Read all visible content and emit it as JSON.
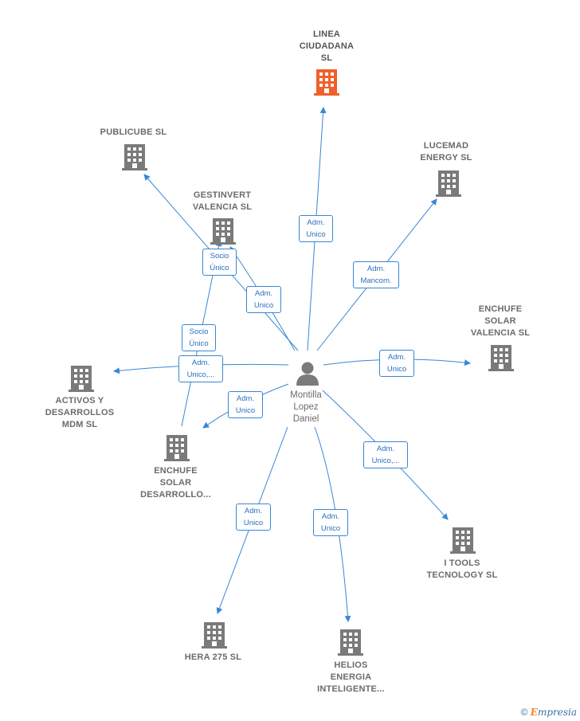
{
  "colors": {
    "edge": "#3a86d4",
    "building": "#7a7a7a",
    "highlight": "#f0602a",
    "person": "#7a7a7a"
  },
  "person": {
    "name": "Montilla\nLopez\nDaniel",
    "icon": "person-icon"
  },
  "companies": [
    {
      "id": "linea",
      "name": "LINEA\nCIUDADANA\nSL",
      "highlight": true
    },
    {
      "id": "publicube",
      "name": "PUBLICUBE  SL",
      "highlight": false
    },
    {
      "id": "lucemad",
      "name": "LUCEMAD\nENERGY  SL",
      "highlight": false
    },
    {
      "id": "gestinvert",
      "name": "GESTINVERT\nVALENCIA  SL",
      "highlight": false
    },
    {
      "id": "enchufe_valencia",
      "name": "ENCHUFE\nSOLAR\nVALENCIA  SL",
      "highlight": false
    },
    {
      "id": "activos",
      "name": "ACTIVOS Y\nDESARROLLOS\nMDM  SL",
      "highlight": false
    },
    {
      "id": "enchufe_desarrollo",
      "name": "ENCHUFE\nSOLAR\nDESARROLLO...",
      "highlight": false
    },
    {
      "id": "itools",
      "name": "I TOOLS\nTECNOLOGY SL",
      "highlight": false
    },
    {
      "id": "hera",
      "name": "HERA 275  SL",
      "highlight": false
    },
    {
      "id": "helios",
      "name": "HELIOS\nENERGIA\nINTELIGENTE...",
      "highlight": false
    }
  ],
  "edges": [
    {
      "to": "linea",
      "label": "Adm.\nUnico"
    },
    {
      "to": "lucemad",
      "label": "Adm.\nMancom."
    },
    {
      "to": "gestinvert",
      "label": "Adm.\nUnico"
    },
    {
      "to": "publicube",
      "label": "Socio\nÚnico"
    },
    {
      "to": "gestinvert",
      "label": "Socio\nÚnico"
    },
    {
      "to": "enchufe_valencia",
      "label": "Adm.\nUnico"
    },
    {
      "to": "activos",
      "label": "Adm.\nUnico,..."
    },
    {
      "to": "enchufe_desarrollo",
      "label": "Adm.\nUnico"
    },
    {
      "to": "itools",
      "label": "Adm.\nUnico,..."
    },
    {
      "to": "hera",
      "label": "Adm.\nUnico"
    },
    {
      "to": "helios",
      "label": "Adm.\nUnico"
    }
  ],
  "footer": {
    "copyright": "©",
    "brand_first": "E",
    "brand_rest": "mpresia"
  }
}
